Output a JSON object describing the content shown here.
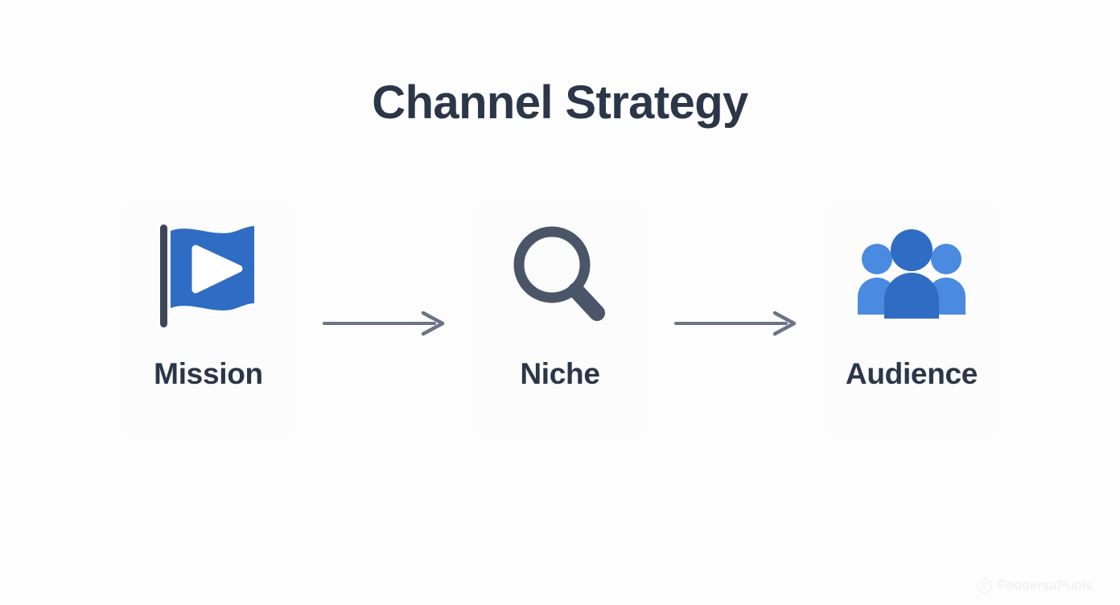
{
  "slide": {
    "title": "Channel Strategy",
    "background_color": "#fdfdfd",
    "title_color": "#2b3648"
  },
  "flow": {
    "steps": [
      {
        "label": "Mission",
        "icon": "flag-play-icon",
        "icon_colors": {
          "flag": "#2f6cc4",
          "pole": "#3d4659",
          "play": "#ffffff"
        }
      },
      {
        "label": "Niche",
        "icon": "magnifying-glass-icon",
        "icon_colors": {
          "glass": "#4a5568"
        }
      },
      {
        "label": "Audience",
        "icon": "people-group-icon",
        "icon_colors": {
          "center": "#2f6cc4",
          "sides": "#4a8ae0"
        }
      }
    ],
    "connectors": [
      {
        "direction": "right",
        "color": "#6b7486"
      },
      {
        "direction": "right",
        "color": "#6b7486"
      }
    ]
  },
  "watermark": {
    "mark": "©",
    "text": "FeoitersaPuols",
    "color": "#eceef1"
  }
}
